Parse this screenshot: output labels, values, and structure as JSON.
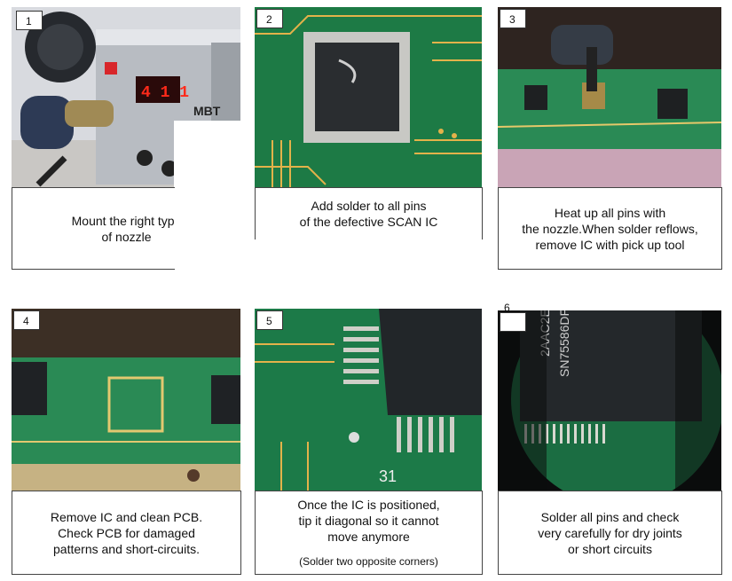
{
  "steps": [
    {
      "number": "1",
      "lines": [
        "Mount the right type",
        "of nozzle"
      ],
      "photo_text": [
        "4 1 1",
        "MBT"
      ]
    },
    {
      "number": "2",
      "lines": [
        "Add solder to all pins",
        "of the defective SCAN IC"
      ]
    },
    {
      "number": "3",
      "lines": [
        "Heat up all pins with",
        "the nozzle.When solder reflows,",
        "remove IC with pick up tool"
      ]
    },
    {
      "number": "4",
      "lines": [
        "Remove IC and clean PCB.",
        "Check PCB for damaged",
        "patterns and short-circuits."
      ]
    },
    {
      "number": "5",
      "lines": [
        "Once the IC is positioned,",
        "tip it diagonal so it cannot",
        "move anymore"
      ],
      "note": "(Solder two opposite corners)",
      "photo_text": [
        "31"
      ]
    },
    {
      "number": "6",
      "lines": [
        "Solder  all pins  and check",
        "very carefully for dry joints",
        "or short circuits"
      ],
      "photo_text": [
        "2AAC2E",
        "SN75586DF"
      ]
    }
  ]
}
